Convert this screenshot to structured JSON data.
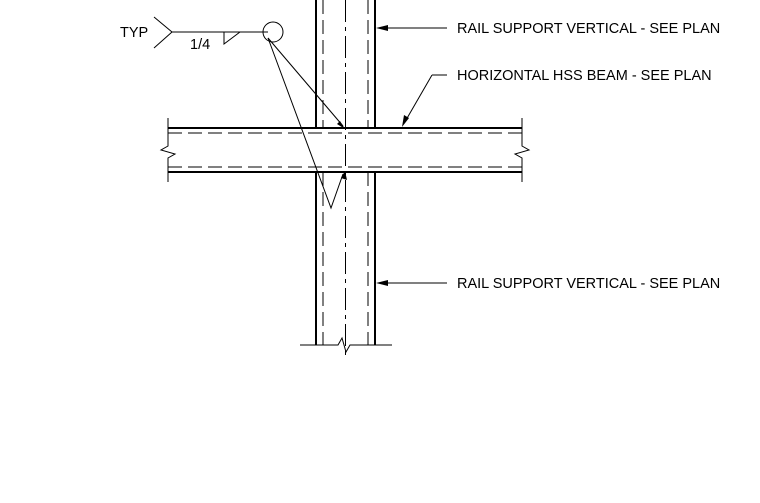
{
  "labels": {
    "rail_support_top": "RAIL SUPPORT VERTICAL - SEE PLAN",
    "hss_beam": "HORIZONTAL HSS BEAM - SEE PLAN",
    "rail_support_bottom": "RAIL SUPPORT VERTICAL - SEE PLAN"
  },
  "weld_symbol": {
    "tail_note": "TYP",
    "size": "1/4",
    "type": "fillet",
    "all_around": true
  }
}
